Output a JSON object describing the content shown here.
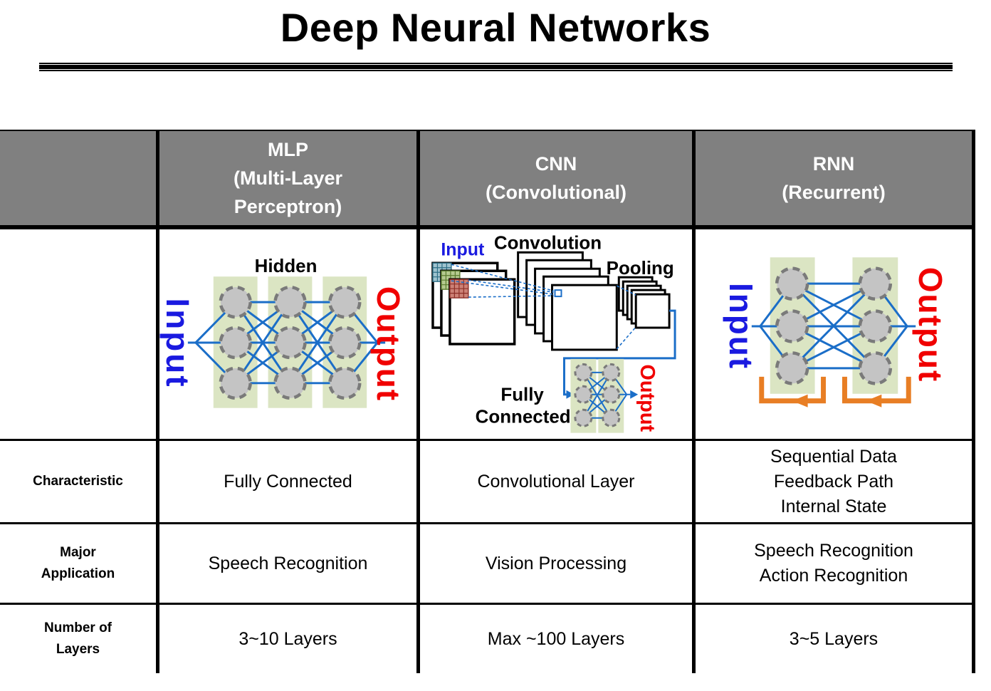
{
  "title": "Deep Neural Networks",
  "table": {
    "header": {
      "mlp": [
        "MLP",
        "(Multi-Layer",
        "Perceptron)"
      ],
      "cnn": [
        "CNN",
        "(Convolutional)"
      ],
      "rnn": [
        "RNN",
        "(Recurrent)"
      ]
    },
    "rows": {
      "characteristic": {
        "label": [
          "Characteristic"
        ],
        "mlp": [
          "Fully Connected"
        ],
        "cnn": [
          "Convolutional Layer"
        ],
        "rnn": [
          "Sequential Data",
          "Feedback Path",
          "Internal State"
        ]
      },
      "major_application": {
        "label": [
          "Major",
          "Application"
        ],
        "mlp": [
          "Speech Recognition"
        ],
        "cnn": [
          "Vision Processing"
        ],
        "rnn": [
          "Speech Recognition",
          "Action Recognition"
        ]
      },
      "number_of_layers": {
        "label": [
          "Number of",
          "Layers"
        ],
        "mlp": [
          "3~10 Layers"
        ],
        "cnn": [
          "Max ~100 Layers"
        ],
        "rnn": [
          "3~5 Layers"
        ]
      }
    }
  },
  "diagrams": {
    "mlp": {
      "hidden": "Hidden",
      "input": "Input",
      "output": "Output"
    },
    "cnn": {
      "input": "Input",
      "convolution": "Convolution",
      "pooling": "Pooling",
      "fully_connected": [
        "Fully",
        "Connected"
      ],
      "output": "Output"
    },
    "rnn": {
      "input": "Input",
      "output": "Output"
    }
  },
  "colors": {
    "header_bg": "#808080",
    "header_text": "#ffffff",
    "border": "#000000",
    "layer_bg": "#dbe5c3",
    "node_fill": "#c4c4c4",
    "node_border": "#7a7a7a",
    "edge_blue": "#1b6ec8",
    "input_text_blue": "#1a1ae0",
    "output_text_red": "#f00000",
    "feedback_orange": "#e87e24",
    "input_grid_teal": "#9fc3cf",
    "input_grid_green": "#b5c98f",
    "input_grid_red": "#cc8176"
  }
}
